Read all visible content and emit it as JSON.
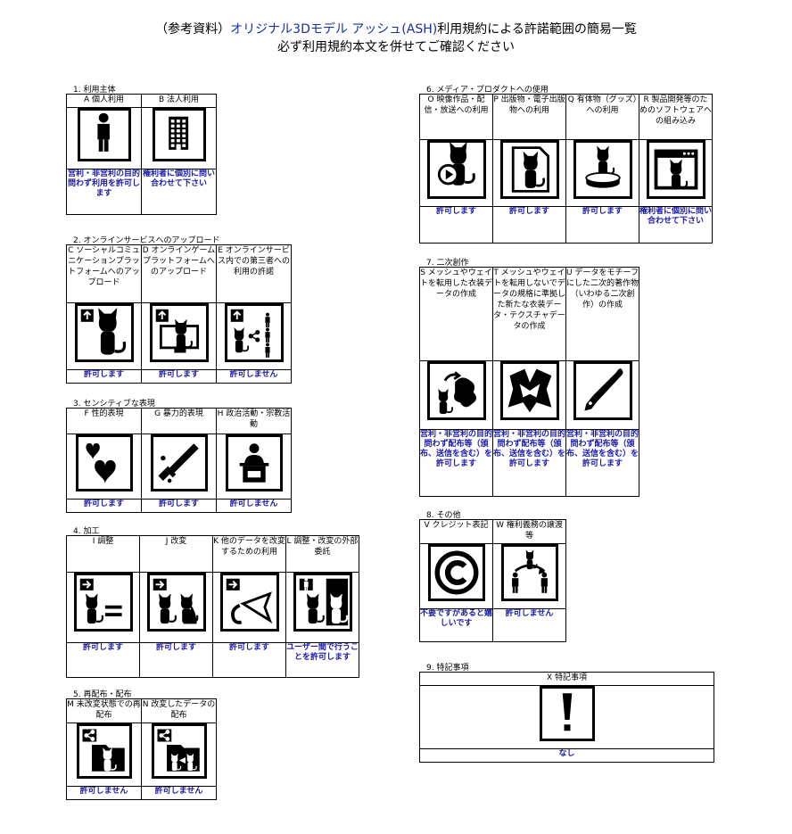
{
  "title": {
    "line1_a": "（参考資料）",
    "line1_b": "オリジナル3Dモデル アッシュ(ASH)",
    "line1_c": "利用規約による許諾範囲の簡易一覧",
    "line2": "必ず利用規約本文を併せてご確認ください"
  },
  "sections": [
    {
      "id": "s1",
      "label": "1. 利用主体",
      "items": [
        {
          "header": "A 個人利用",
          "status": "営利・非営利の目的問わず利用を許可します",
          "icon": "person-icon"
        },
        {
          "header": "B 法人利用",
          "status": "権利者に個別に問い合わせて下さい",
          "icon": "building-icon"
        }
      ]
    },
    {
      "id": "s2",
      "label": "2. オンラインサービスへのアップロード",
      "items": [
        {
          "header": "C ソーシャルコミュニケーションプラットフォームへのアップロード",
          "status": "許可します",
          "icon": "upload-social-icon"
        },
        {
          "header": "D オンラインゲームプラットフォームへのアップロード",
          "status": "許可します",
          "icon": "upload-game-icon"
        },
        {
          "header": "E オンラインサービス内での第三者への利用の許諾",
          "status": "許可しません",
          "icon": "share-thirdparty-icon"
        }
      ]
    },
    {
      "id": "s3",
      "label": "3. センシティブな表現",
      "items": [
        {
          "header": "F 性的表現",
          "status": "許可します",
          "icon": "hearts-icon"
        },
        {
          "header": "G 暴力的表現",
          "status": "許可します",
          "icon": "knife-icon"
        },
        {
          "header": "H 政治活動・宗教活動",
          "status": "許可しません",
          "icon": "podium-icon"
        }
      ]
    },
    {
      "id": "s4",
      "label": "4. 加工",
      "items": [
        {
          "header": "I 調整",
          "status": "許可します",
          "icon": "adjust-icon"
        },
        {
          "header": "J 改変",
          "status": "許可します",
          "icon": "modify-icon"
        },
        {
          "header": "K 他のデータを改変するための利用",
          "status": "許可します",
          "icon": "other-data-icon"
        },
        {
          "header": "L 調整・改変の外部委託",
          "status": "ユーザー間で行うことを許可します",
          "icon": "outsource-icon"
        }
      ]
    },
    {
      "id": "s5",
      "label": "5. 再配布・配布",
      "items": [
        {
          "header": "M 未改変状態での再配布",
          "status": "許可しません",
          "icon": "redistribute-icon"
        },
        {
          "header": "N 改変したデータの配布",
          "status": "許可しません",
          "icon": "distribute-modified-icon"
        }
      ]
    },
    {
      "id": "s6",
      "label": "6. メディア・プロダクトへの使用",
      "items": [
        {
          "header": "O 映像作品・配信・放送への利用",
          "status": "許可します",
          "icon": "video-icon"
        },
        {
          "header": "P 出版物・電子出版物への利用",
          "status": "許可します",
          "icon": "publication-icon"
        },
        {
          "header": "Q 有体物（グッズ）への利用",
          "status": "許可します",
          "icon": "goods-icon"
        },
        {
          "header": "R 製品開発等のためのソフトウェアへの組み込み",
          "status": "権利者に個別に問い合わせて下さい",
          "icon": "software-icon"
        }
      ]
    },
    {
      "id": "s7",
      "label": "7. 二次創作",
      "items": [
        {
          "header": "S メッシュやウェイトを転用した衣装データの作成",
          "status": "営利・非営利の目的問わず配布等（頒布、送信を含む）を許可します",
          "icon": "costume-icon"
        },
        {
          "header": "T メッシュやウェイトを転用しないでデータの規格に準拠した新たな衣装データ・テクスチャデータの作成",
          "status": "営利・非営利の目的問わず配布等（頒布、送信を含む）を許可します",
          "icon": "clothing-icon"
        },
        {
          "header": "U データをモチーフにした二次的著作物（いわゆる二次創作）の作成",
          "status": "営利・非営利の目的問わず配布等（頒布、送信を含む）を許可します",
          "icon": "pen-icon"
        }
      ]
    },
    {
      "id": "s8",
      "label": "8. その他",
      "items": [
        {
          "header": "V クレジット表記",
          "status": "不要ですがあると嬉しいです",
          "icon": "copyright-icon"
        },
        {
          "header": "W 権利義務の譲渡等",
          "status": "許可しません",
          "icon": "transfer-icon"
        }
      ]
    },
    {
      "id": "s9",
      "label": "9. 特記事項",
      "items": [
        {
          "header": "X 特記事項",
          "status": "なし",
          "icon": "exclamation-icon"
        }
      ]
    }
  ]
}
